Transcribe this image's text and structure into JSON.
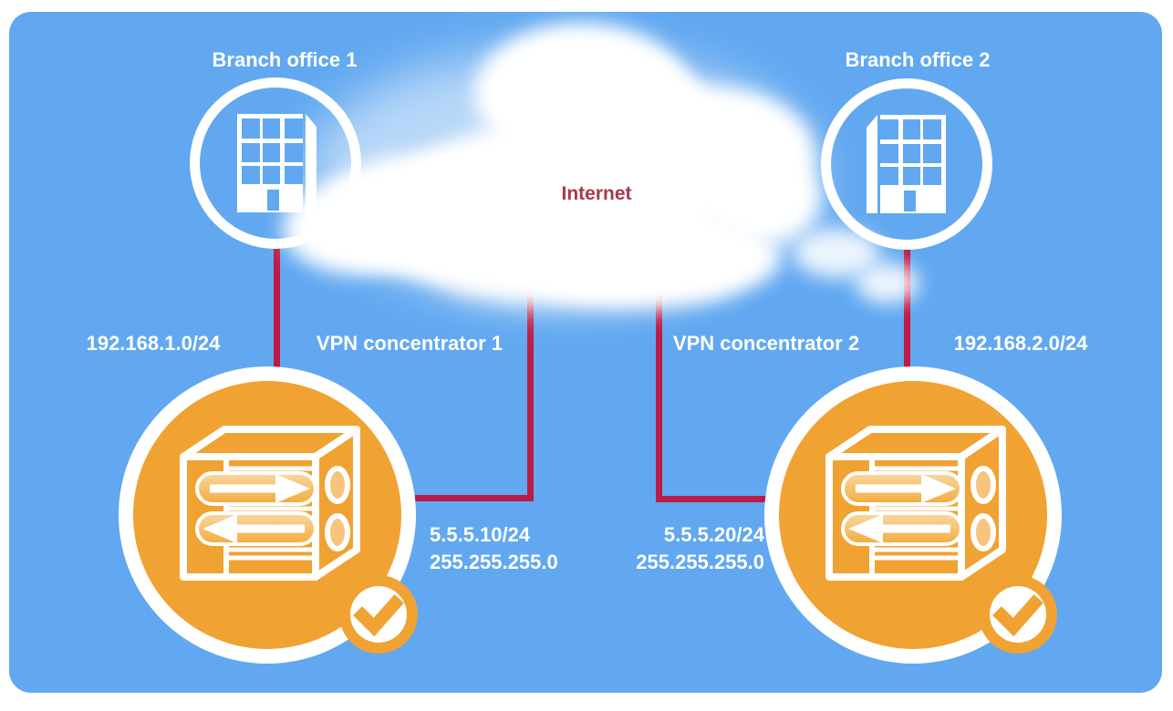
{
  "colors": {
    "bg_blue": "#61a8f0",
    "line_red": "#bd1a45",
    "text_red": "#a63a48",
    "orange": "#f0a232",
    "orange_light": "#f6c47c"
  },
  "diagram": {
    "branch1": {
      "label": "Branch office 1",
      "network": "192.168.1.0/24"
    },
    "branch2": {
      "label": "Branch office 2",
      "network": "192.168.2.0/24"
    },
    "internet": {
      "label": "Internet"
    },
    "vpn1": {
      "label": "VPN concentrator 1",
      "ip": "5.5.5.10/24",
      "mask": "255.255.255.0"
    },
    "vpn2": {
      "label": "VPN concentrator 2",
      "ip": "5.5.5.20/24",
      "mask": "255.255.255.0"
    }
  },
  "icons": {
    "branch": "building-icon",
    "internet": "cloud-icon",
    "vpn": "vpn-concentrator-icon",
    "status": "checkmark-icon"
  }
}
